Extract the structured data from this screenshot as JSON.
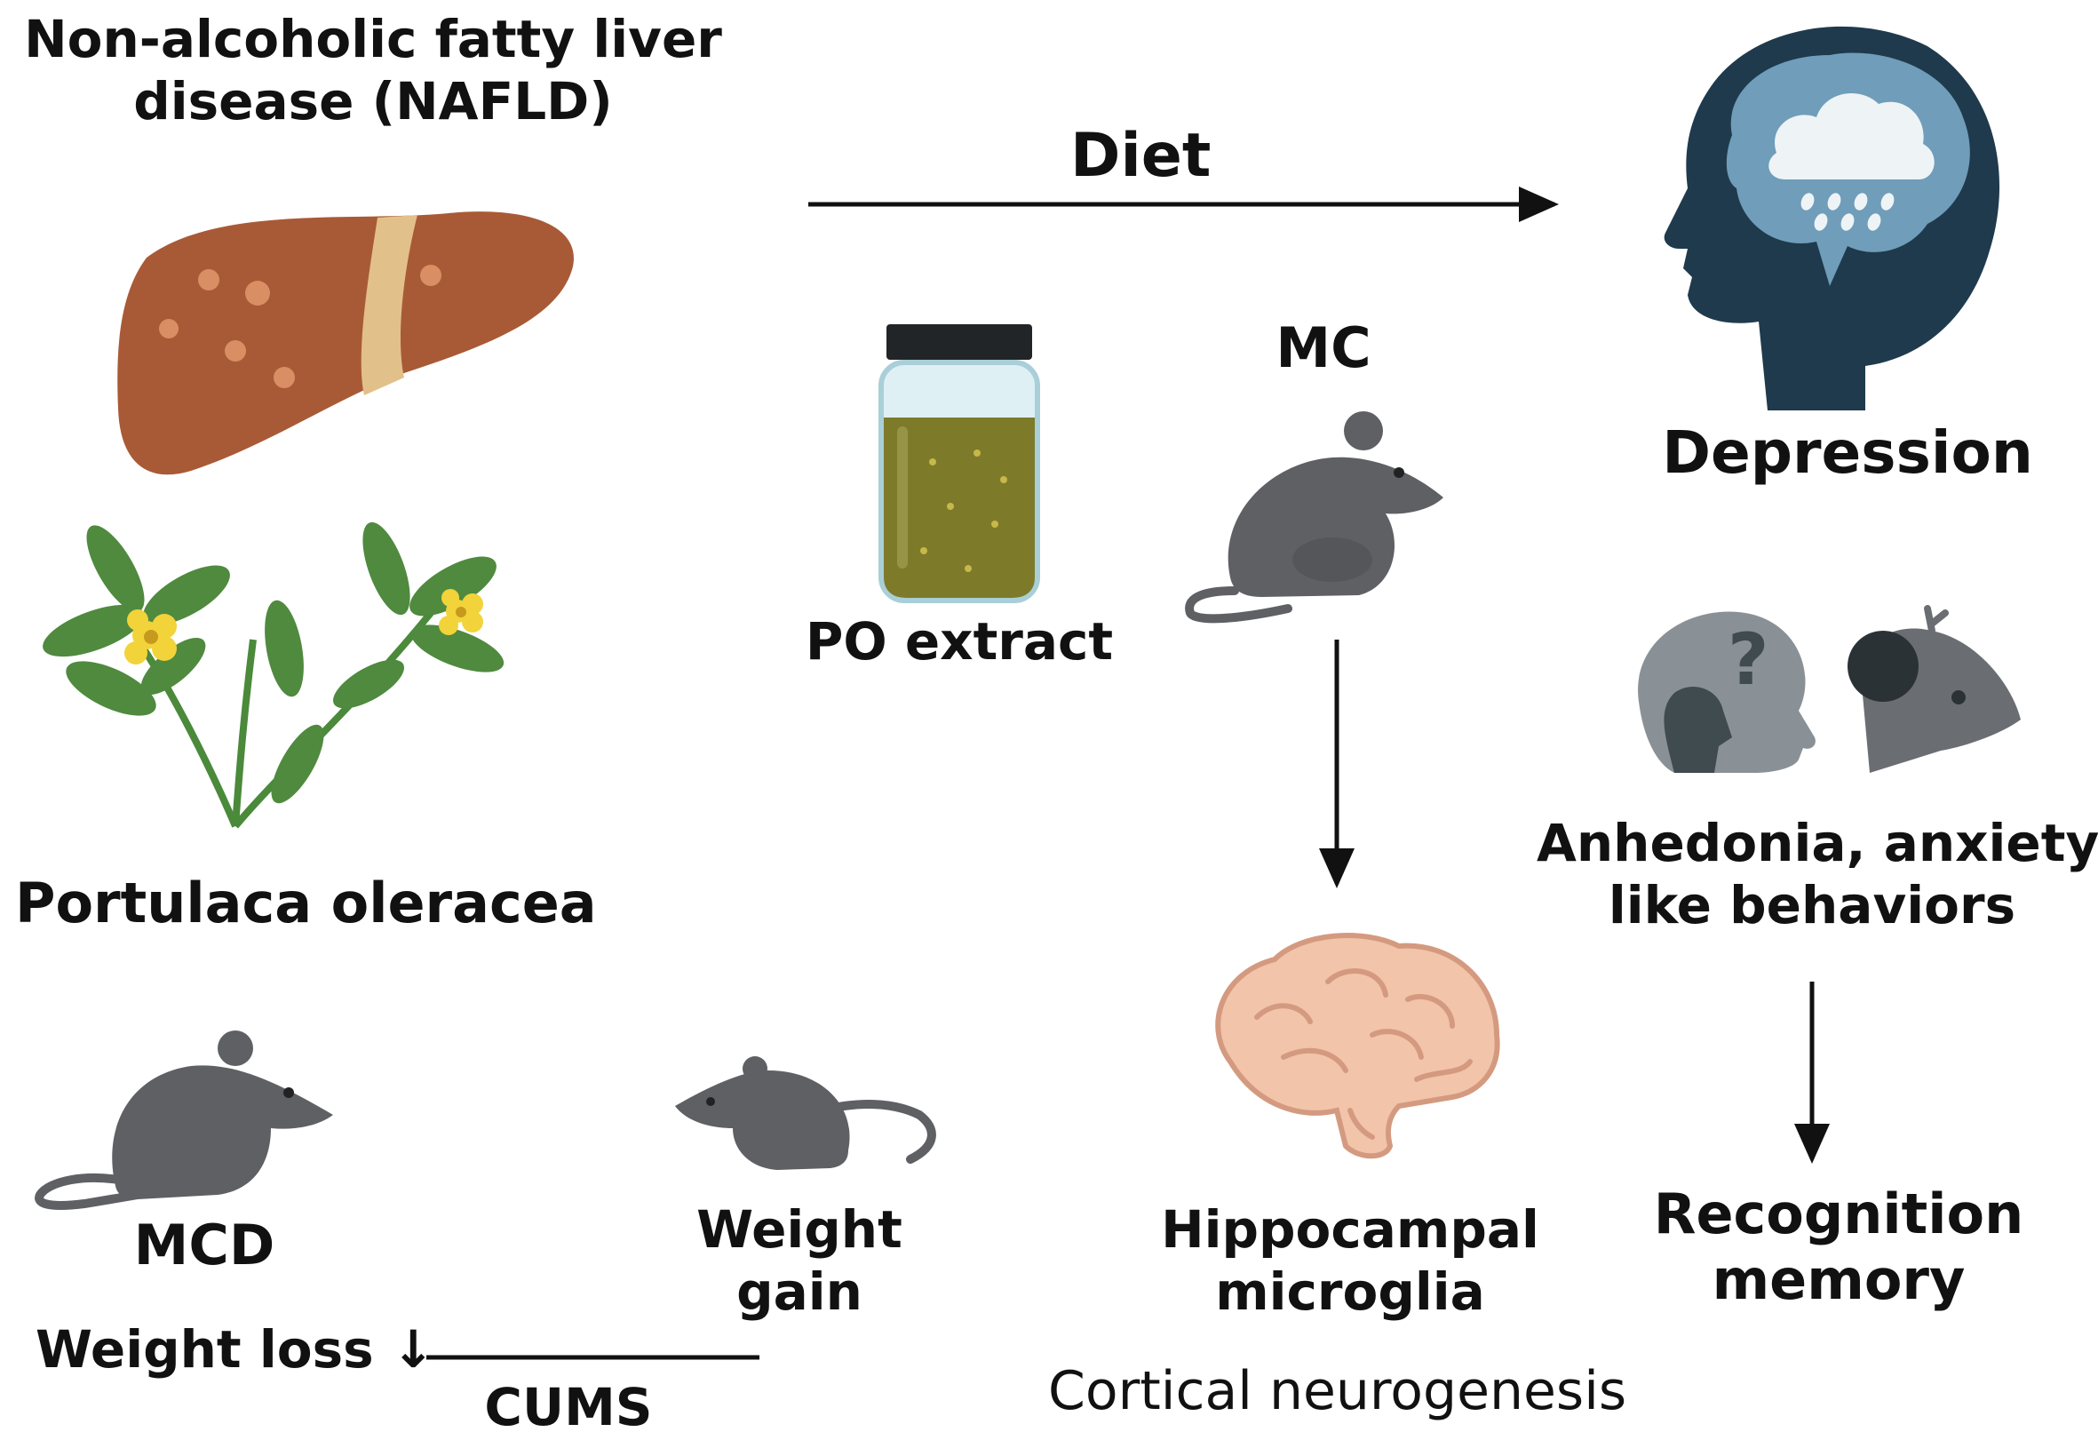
{
  "labels": {
    "nafld_line1": "Non-alcoholic fatty liver",
    "nafld_line2": "disease (NAFLD)",
    "diet": "Diet",
    "depression": "Depression",
    "po_extract": "PO extract",
    "mc": "MC",
    "portulaca": "Portulaca oleracea",
    "anhedonia_line1": "Anhedonia, anxiety-",
    "anhedonia_line2": "like behaviors",
    "mcd": "MCD",
    "weight_gain_line1": "Weight",
    "weight_gain_line2": "gain",
    "weight_loss": "Weight loss ↓",
    "cums": "CUMS",
    "hippocampal_line1": "Hippocampal",
    "hippocampal_line2": "microglia",
    "cortical": "Cortical neurogenesis",
    "recognition_line1": "Recognition",
    "recognition_line2": "memory",
    "question_mark": "?"
  },
  "colors": {
    "liver": "#a85a36",
    "liver_spot": "#d98e63",
    "liver_band": "#e2c08a",
    "leaf": "#4f8a3f",
    "flower": "#f2d33a",
    "mouse": "#5f6064",
    "jar_liquid": "#7d7a2a",
    "jar_lid": "#222527",
    "head_dark": "#1f3a4c",
    "brain_blue": "#6f9dba",
    "brain_pink": "#f2c4aa",
    "arrow": "#111111"
  },
  "icons": [
    "liver-icon",
    "portulaca-plant-icon",
    "extract-jar-icon",
    "mouse-icon",
    "head-depression-icon",
    "brain-icon",
    "anxious-head-icon"
  ]
}
